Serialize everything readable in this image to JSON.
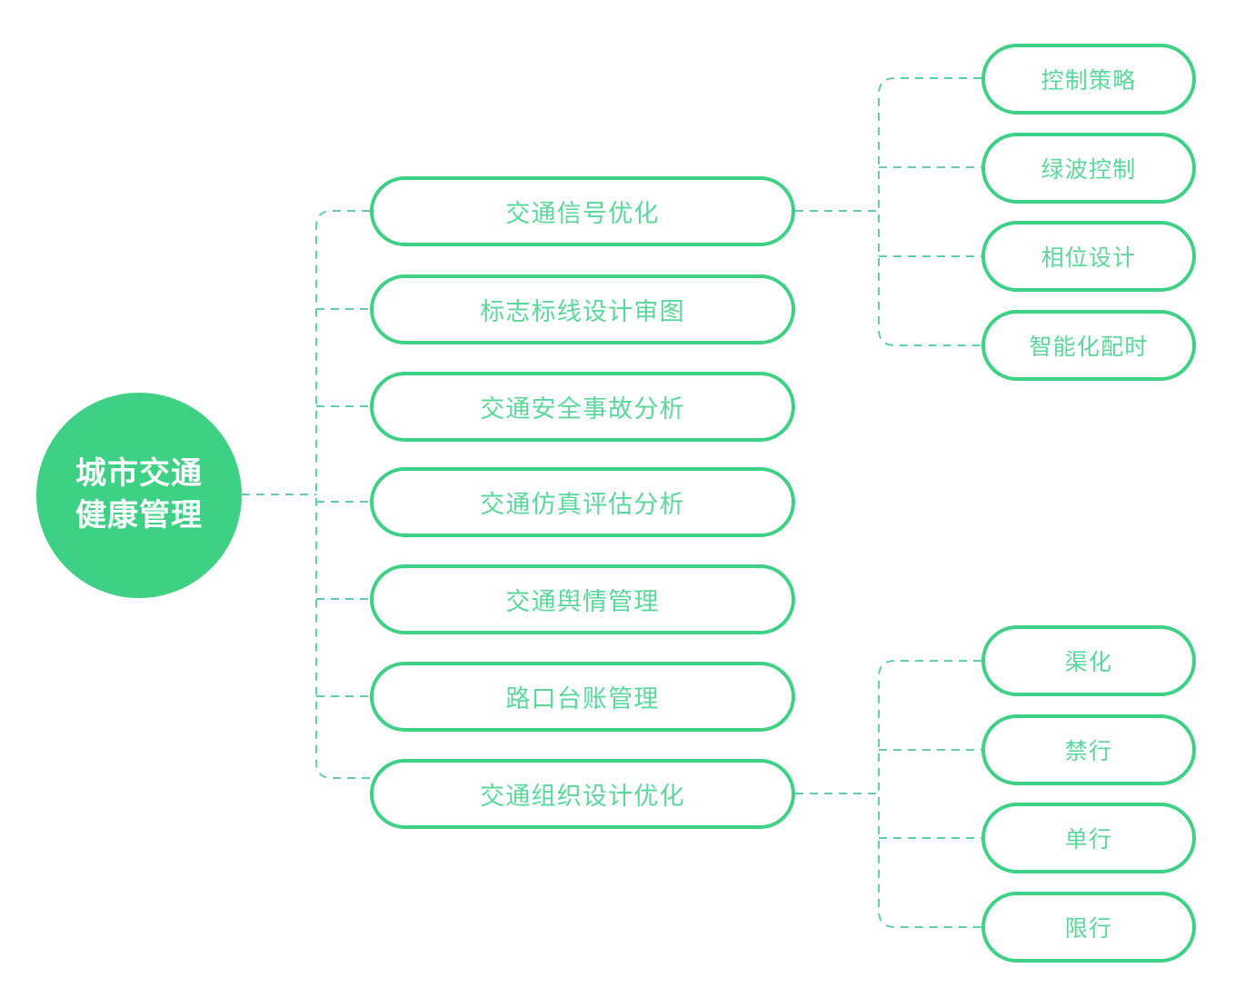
{
  "diagram": {
    "type": "mind-map",
    "title": "城市交通健康管理",
    "colors": {
      "accent": "#3ED185",
      "hub_fill": "#3ED185",
      "hub_text": "#FFFFFF",
      "node_border": "#3ED185",
      "node_fill": "#FFFFFF",
      "node_text": "#5CD79B",
      "connector": "#5FCFA8",
      "background": "#FFFFFF"
    },
    "hub": {
      "label": "城市交通健康管理",
      "lines": [
        "城市交通",
        "健康管理"
      ]
    },
    "branches": [
      {
        "label": "交通信号优化",
        "has_children": true,
        "children_group": "signal"
      },
      {
        "label": "标志标线设计审图",
        "has_children": false,
        "children_group": null
      },
      {
        "label": "交通安全事故分析",
        "has_children": false,
        "children_group": null
      },
      {
        "label": "交通仿真评估分析",
        "has_children": false,
        "children_group": null
      },
      {
        "label": "交通舆情管理",
        "has_children": false,
        "children_group": null
      },
      {
        "label": "路口台账管理",
        "has_children": false,
        "children_group": null
      },
      {
        "label": "交通组织设计优化",
        "has_children": true,
        "children_group": "organization"
      }
    ],
    "sub_groups": {
      "signal": {
        "parent": "交通信号优化",
        "items": [
          "控制策略",
          "绿波控制",
          "相位设计",
          "智能化配时"
        ]
      },
      "organization": {
        "parent": "交通组织设计优化",
        "items": [
          "渠化",
          "禁行",
          "单行",
          "限行"
        ]
      }
    }
  }
}
